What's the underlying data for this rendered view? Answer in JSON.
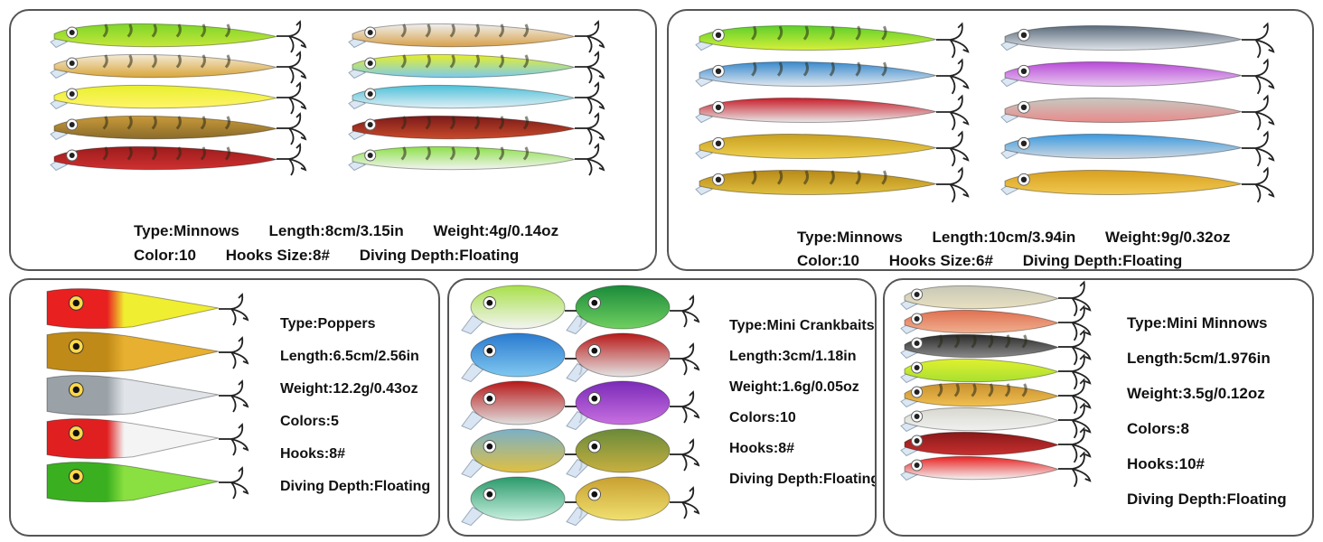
{
  "panels": [
    {
      "id": "minnows-8cm",
      "line1": [
        "Type:Minnows",
        "Length:8cm/3.15in",
        "Weight:4g/0.14oz"
      ],
      "line2": [
        "Color:10",
        "Hooks Size:8#",
        "Diving Depth:Floating"
      ],
      "lure_colors": [
        [
          "#7fd62a",
          "#c6e63a"
        ],
        [
          "#f3ead6",
          "#d9a53a"
        ],
        [
          "#e9f02e",
          "#fff46a"
        ],
        [
          "#c99a3a",
          "#8a6b2a"
        ],
        [
          "#9b1c1c",
          "#d03030"
        ],
        [
          "#efefef",
          "#d8a048"
        ],
        [
          "#e8ef2a",
          "#7ccaf0"
        ],
        [
          "#4ec0d8",
          "#dfeff5"
        ],
        [
          "#7a1a1a",
          "#c94a2a"
        ],
        [
          "#8de04a",
          "#f4f4f4"
        ]
      ]
    },
    {
      "id": "minnows-10cm",
      "line1": [
        "Type:Minnows",
        "Length:10cm/3.94in",
        "Weight:9g/0.32oz"
      ],
      "line2": [
        "Color:10",
        "Hooks Size:6#",
        "Diving Depth:Floating"
      ],
      "lure_colors": [
        [
          "#5fd02a",
          "#d7ef3a"
        ],
        [
          "#3a8acc",
          "#e0e8f0"
        ],
        [
          "#c81e2a",
          "#e8e8e8"
        ],
        [
          "#c8a020",
          "#f0d050"
        ],
        [
          "#b88a18",
          "#e0c040"
        ],
        [
          "#5a6a7a",
          "#e0e4ea"
        ],
        [
          "#b84ad8",
          "#e8c8f0"
        ],
        [
          "#c8c8c0",
          "#e88a8a"
        ],
        [
          "#3a9ae0",
          "#d0d8e0"
        ],
        [
          "#d8a020",
          "#f0c850"
        ]
      ]
    },
    {
      "id": "poppers",
      "specs": [
        "Type:Poppers",
        "Length:6.5cm/2.56in",
        "Weight:12.2g/0.43oz",
        "Colors:5",
        "Hooks:8#",
        "Diving Depth:Floating"
      ],
      "lure_colors": [
        [
          "#e82020",
          "#f0ee30"
        ],
        [
          "#c08a18",
          "#e8b030"
        ],
        [
          "#9aa2a8",
          "#e0e4e8"
        ],
        [
          "#e02020",
          "#f4f4f4"
        ],
        [
          "#3ab020",
          "#8ae040"
        ]
      ]
    },
    {
      "id": "mini-crankbaits",
      "specs": [
        "Type:Mini Crankbaits",
        "Length:3cm/1.18in",
        "Weight:1.6g/0.05oz",
        "Colors:10",
        "Hooks:8#",
        "Diving Depth:Floating"
      ],
      "lure_colors": [
        [
          "#a8e04a",
          "#f4f4f4"
        ],
        [
          "#2a7ad0",
          "#80c8f0"
        ],
        [
          "#b81818",
          "#e0e0e0"
        ],
        [
          "#7ab0c8",
          "#e0c040"
        ],
        [
          "#2a9a6a",
          "#c8f0e0"
        ],
        [
          "#1a8a3a",
          "#70d060"
        ],
        [
          "#b81818",
          "#e4e4e4"
        ],
        [
          "#7a2ab8",
          "#c870e0"
        ],
        [
          "#6a8a3a",
          "#c8b040"
        ],
        [
          "#c8a030",
          "#f0e070"
        ]
      ]
    },
    {
      "id": "mini-minnows",
      "specs": [
        "Type:Mini Minnows",
        "Length:5cm/1.976in",
        "Weight:3.5g/0.12oz",
        "Colors:8",
        "Hooks:10#",
        "Diving Depth:Floating"
      ],
      "lure_colors": [
        [
          "#c8c8b8",
          "#e8e0c0"
        ],
        [
          "#e07050",
          "#f0b090"
        ],
        [
          "#2a2a2a",
          "#8a8a8a"
        ],
        [
          "#e0f030",
          "#a8e030"
        ],
        [
          "#c89030",
          "#f0c050"
        ],
        [
          "#d8d8d0",
          "#f0f0f0"
        ],
        [
          "#8a1818",
          "#c83030"
        ],
        [
          "#e82020",
          "#f4f4f4"
        ]
      ]
    }
  ]
}
